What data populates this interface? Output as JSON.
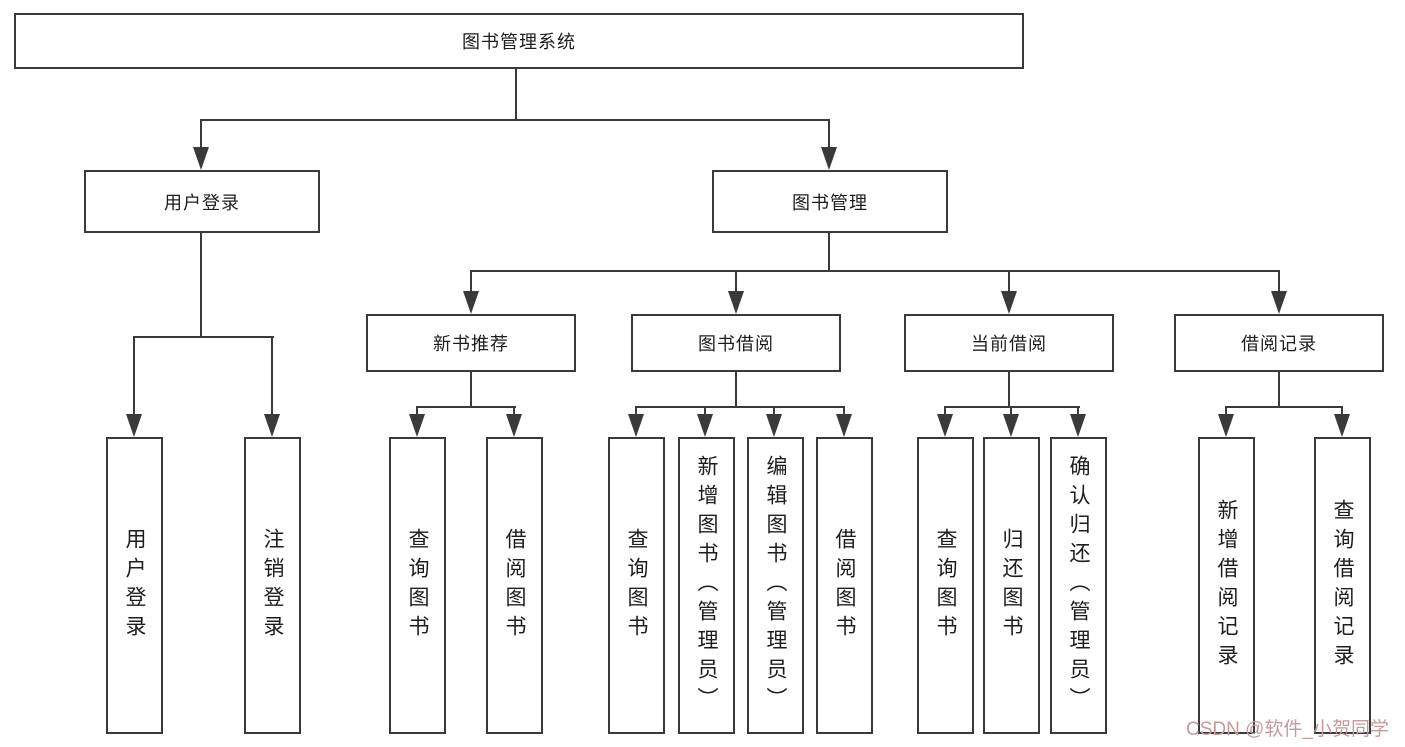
{
  "diagram": {
    "type": "hierarchy-tree",
    "title": "图书管理系统",
    "root": {
      "label": "图书管理系统",
      "children": [
        {
          "label": "用户登录",
          "children": [
            {
              "label": "用户登录"
            },
            {
              "label": "注销登录"
            }
          ]
        },
        {
          "label": "图书管理",
          "children": [
            {
              "label": "新书推荐",
              "children": [
                {
                  "label": "查询图书"
                },
                {
                  "label": "借阅图书"
                }
              ]
            },
            {
              "label": "图书借阅",
              "children": [
                {
                  "label": "查询图书"
                },
                {
                  "label": "新增图书（管理员）"
                },
                {
                  "label": "编辑图书（管理员）"
                },
                {
                  "label": "借阅图书"
                }
              ]
            },
            {
              "label": "当前借阅",
              "children": [
                {
                  "label": "查询图书"
                },
                {
                  "label": "归还图书"
                },
                {
                  "label": "确认归还（管理员）"
                }
              ]
            },
            {
              "label": "借阅记录",
              "children": [
                {
                  "label": "新增借阅记录"
                },
                {
                  "label": "查询借阅记录"
                }
              ]
            }
          ]
        }
      ]
    }
  },
  "watermark": {
    "text": "CSDN @软件_小贺同学"
  },
  "colors": {
    "line": "#3a3a3a",
    "text": "#1d1d1d",
    "box_background": "#ffffff",
    "page_background": "#ffffff",
    "watermark": "#c79a9a"
  }
}
